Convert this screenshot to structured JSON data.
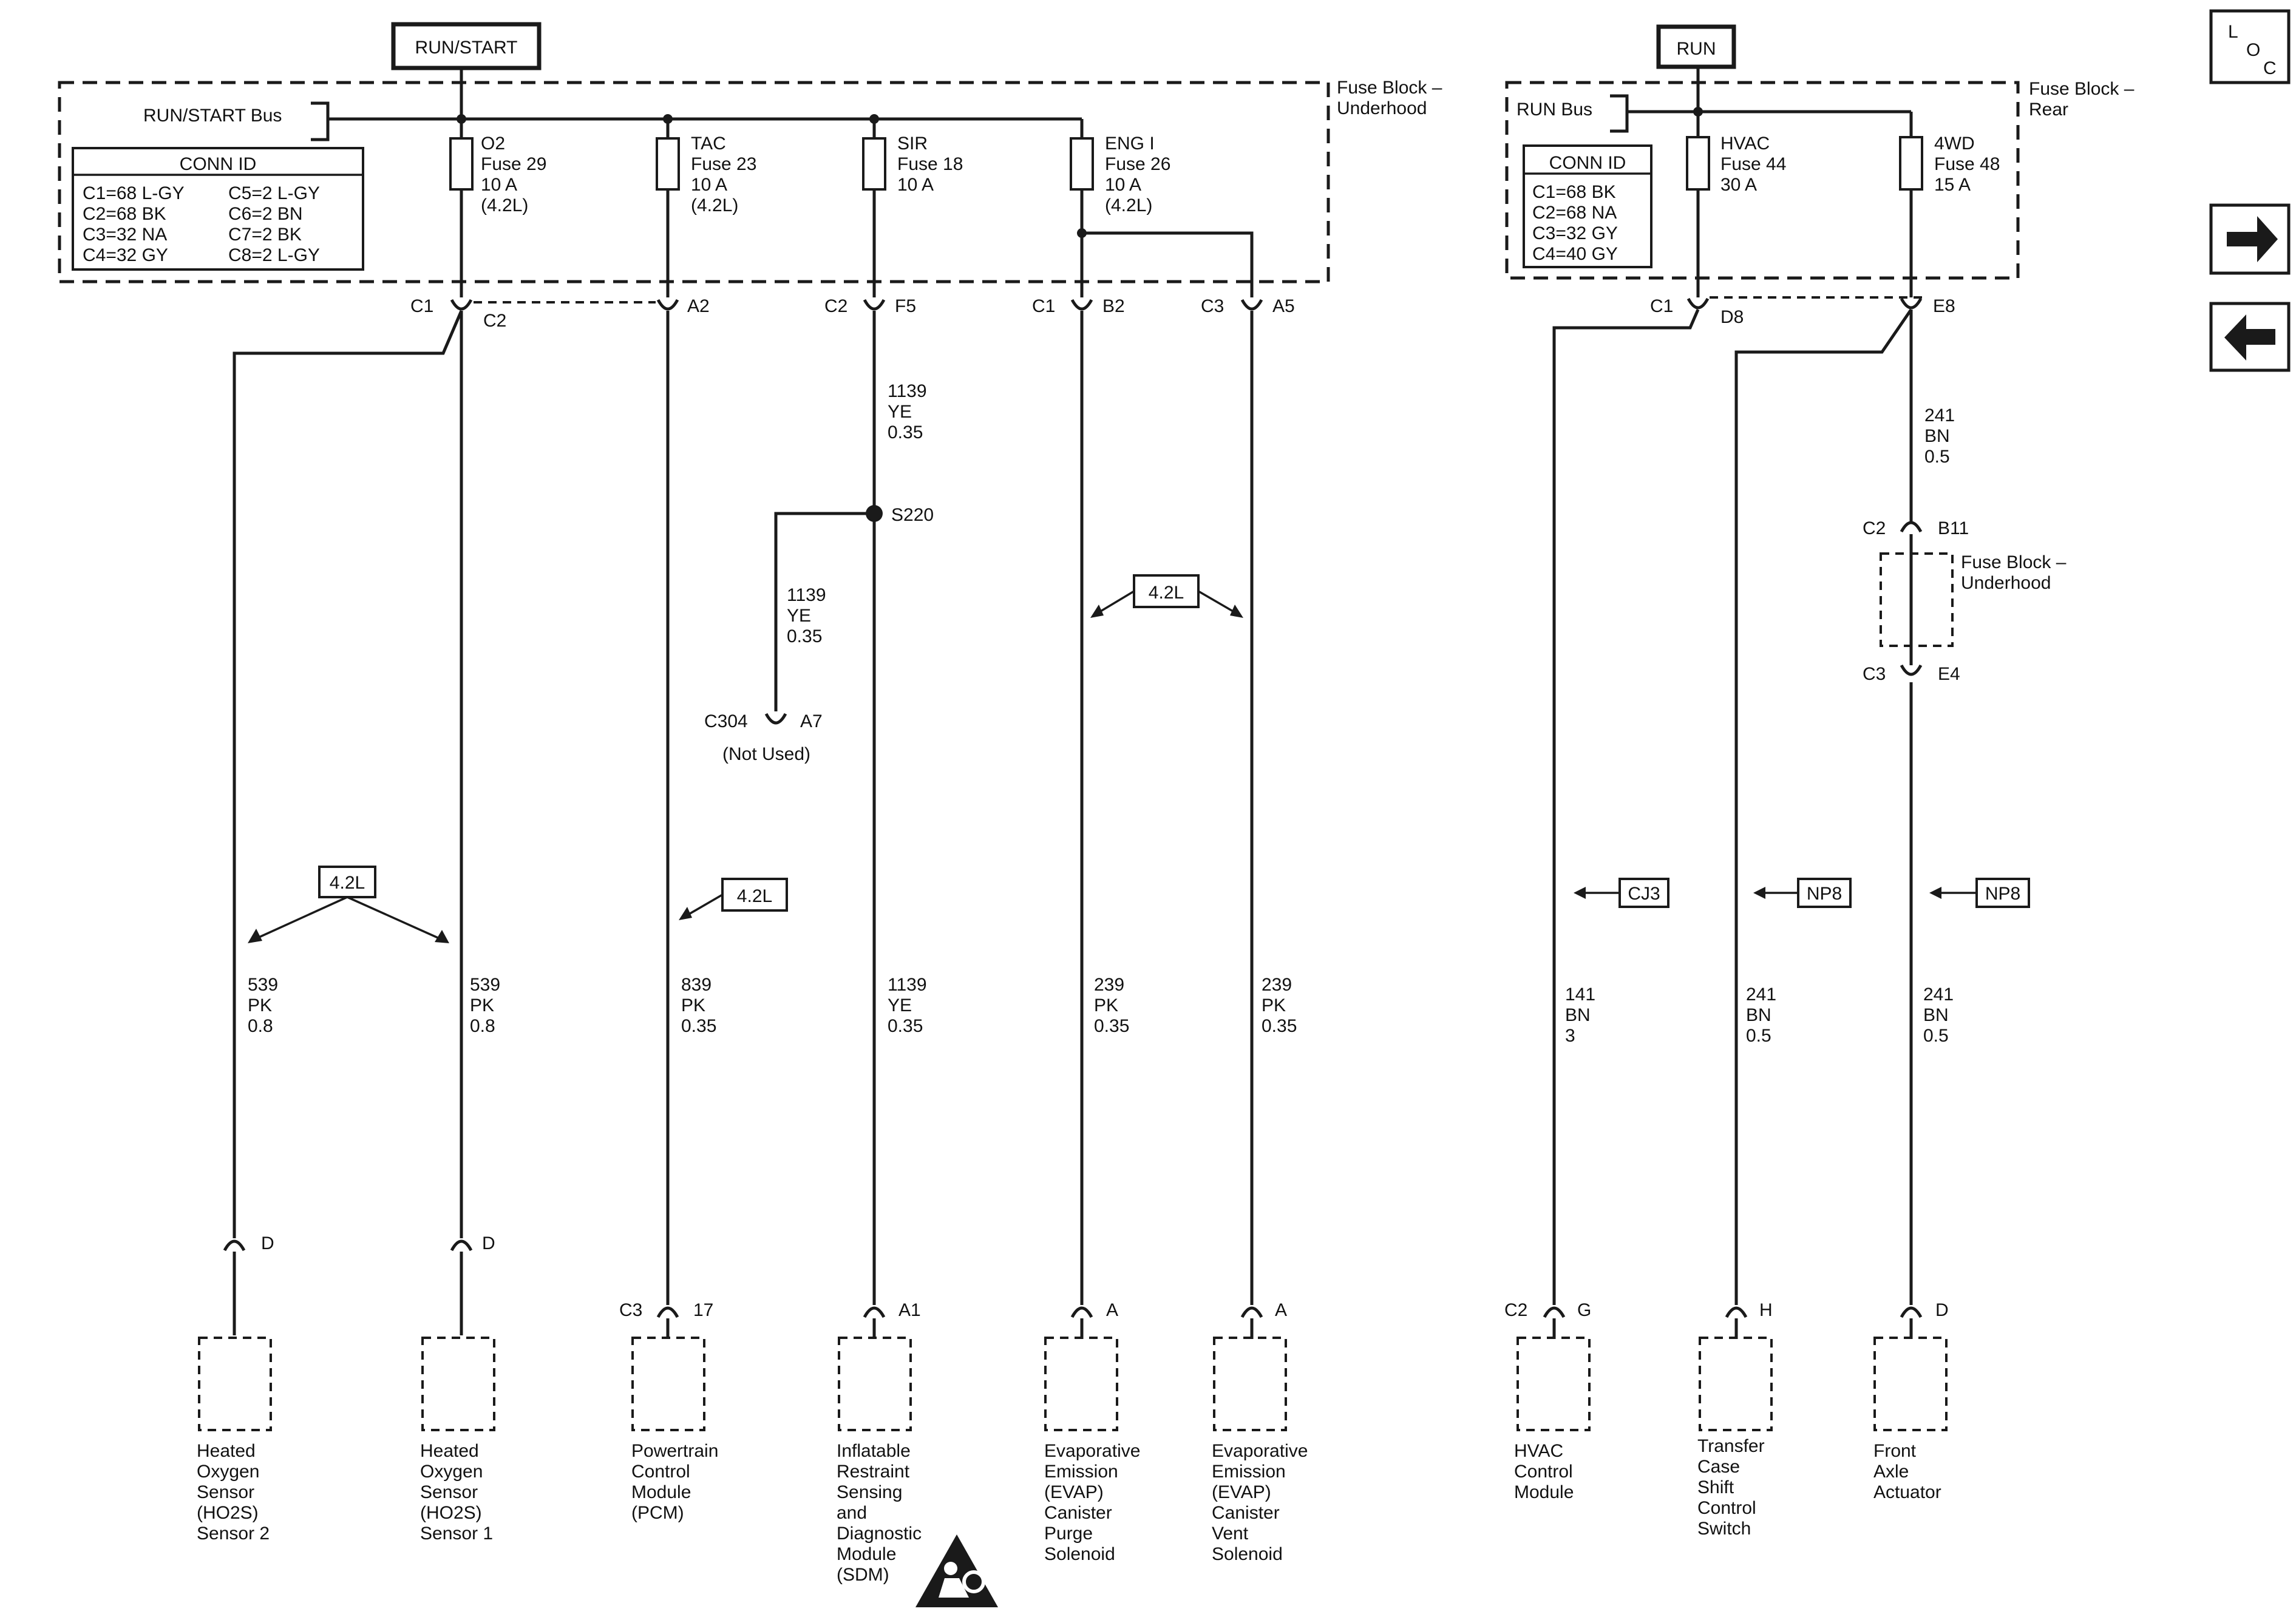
{
  "power_tags": {
    "run_start": "RUN/START",
    "run": "RUN"
  },
  "loc_icon": {
    "letters": [
      "L",
      "O",
      "C"
    ],
    "icon": "loc-icon"
  },
  "nav": {
    "next_icon": "arrow-right-icon",
    "prev_icon": "arrow-left-icon"
  },
  "fuse_block_underhood": {
    "label_line1": "Fuse Block –",
    "label_line2": "Underhood",
    "bus_label": "RUN/START Bus",
    "conn_id_title": "CONN ID",
    "conn_ids_left": [
      "C1=68 L-GY",
      "C2=68 BK",
      "C3=32 NA",
      "C4=32 GY"
    ],
    "conn_ids_right": [
      "C5=2 L-GY",
      "C6=2 BN",
      "C7=2 BK",
      "C8=2 L-GY"
    ],
    "fuses": [
      {
        "name": "O2",
        "fuse": "Fuse 29",
        "rating": "10 A",
        "note": "(4.2L)"
      },
      {
        "name": "TAC",
        "fuse": "Fuse 23",
        "rating": "10 A",
        "note": "(4.2L)"
      },
      {
        "name": "SIR",
        "fuse": "Fuse 18",
        "rating": "10 A",
        "note": ""
      },
      {
        "name": "ENG I",
        "fuse": "Fuse 26",
        "rating": "10 A",
        "note": "(4.2L)"
      }
    ]
  },
  "fuse_block_rear": {
    "label_line1": "Fuse Block –",
    "label_line2": "Rear",
    "bus_label": "RUN Bus",
    "conn_id_title": "CONN ID",
    "conn_ids": [
      "C1=68 BK",
      "C2=68 NA",
      "C3=32 GY",
      "C4=40 GY"
    ],
    "fuses": [
      {
        "name": "HVAC",
        "fuse": "Fuse 44",
        "rating": "30 A"
      },
      {
        "name": "4WD",
        "fuse": "Fuse 48",
        "rating": "15 A"
      }
    ]
  },
  "connectors": {
    "c1": "C1",
    "c2_o2": "C2",
    "a2": "A2",
    "c2_sir": "C2",
    "f5": "F5",
    "c1_eng": "C1",
    "b2": "B2",
    "c3": "C3",
    "a5": "A5",
    "c1_rear": "C1",
    "d8": "D8",
    "e8": "E8",
    "c2_ub": "C2",
    "b11": "B11",
    "c3_ub": "C3",
    "e4": "E4",
    "c304": "C304",
    "a7": "A7",
    "not_used": "(Not Used)",
    "splice": "S220"
  },
  "fuse_block_underhood_small": {
    "line1": "Fuse Block –",
    "line2": "Underhood"
  },
  "wires": {
    "sir_upper": [
      "1139",
      "YE",
      "0.35"
    ],
    "splice_branch": [
      "1139",
      "YE",
      "0.35"
    ],
    "ho2s2": [
      "539",
      "PK",
      "0.8"
    ],
    "ho2s1": [
      "539",
      "PK",
      "0.8"
    ],
    "pcm": [
      "839",
      "PK",
      "0.35"
    ],
    "sdm": [
      "1139",
      "YE",
      "0.35"
    ],
    "evap_purge": [
      "239",
      "PK",
      "0.35"
    ],
    "evap_vent": [
      "239",
      "PK",
      "0.35"
    ],
    "hvac": [
      "141",
      "BN",
      "3"
    ],
    "tcase": [
      "241",
      "BN",
      "0.5"
    ],
    "axle": [
      "241",
      "BN",
      "0.5"
    ],
    "fourwd_upper": [
      "241",
      "BN",
      "0.5"
    ]
  },
  "option_tags": {
    "ho2s": "4.2L",
    "pcm": "4.2L",
    "evap": "4.2L",
    "hvac": "CJ3",
    "tcase": "NP8",
    "axle": "NP8"
  },
  "component_pins": {
    "ho2s2": "D",
    "ho2s1": "D",
    "pcm_conn": "C3",
    "pcm_pin": "17",
    "sdm": "A1",
    "evap_purge": "A",
    "evap_vent": "A",
    "hvac_conn": "C2",
    "hvac_pin": "G",
    "tcase": "H",
    "axle": "D"
  },
  "components": {
    "ho2s2": [
      "Heated",
      "Oxygen",
      "Sensor",
      "(HO2S)",
      "Sensor 2"
    ],
    "ho2s1": [
      "Heated",
      "Oxygen",
      "Sensor",
      "(HO2S)",
      "Sensor 1"
    ],
    "pcm": [
      "Powertrain",
      "Control",
      "Module",
      "(PCM)"
    ],
    "sdm": [
      "Inflatable",
      "Restraint",
      "Sensing",
      "and",
      "Diagnostic",
      "Module",
      "(SDM)"
    ],
    "evap_purge": [
      "Evaporative",
      "Emission",
      "(EVAP)",
      "Canister",
      "Purge",
      "Solenoid"
    ],
    "evap_vent": [
      "Evaporative",
      "Emission",
      "(EVAP)",
      "Canister",
      "Vent",
      "Solenoid"
    ],
    "hvac": [
      "HVAC",
      "Control",
      "Module"
    ],
    "tcase": [
      "Transfer",
      "Case",
      "Shift",
      "Control",
      "Switch"
    ],
    "axle": [
      "Front",
      "Axle",
      "Actuator"
    ]
  },
  "warning_icon": "airbag-warning-icon"
}
